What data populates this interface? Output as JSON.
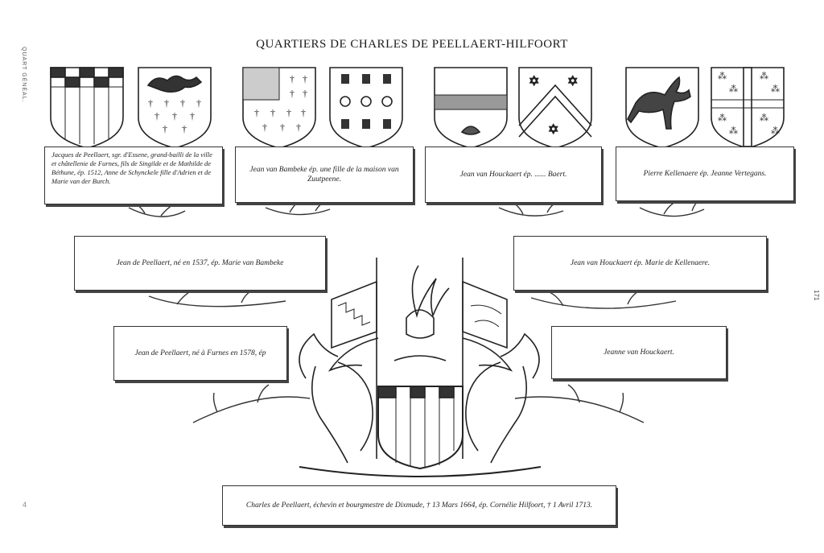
{
  "title": "QUARTIERS DE CHARLES DE PEELLAERT-HILFOORT",
  "side_left": "QUART GÉNÉAL.",
  "side_right": "171",
  "side_mark": "4",
  "gen1": [
    {
      "text": "Jacques de Peellaert, sgr. d'Essene, grand-bailli de la ville et châtellenie de Furnes, fils de Singilde et de Mathilde de Béthune, ép. 1512, Anne de Schynckele fille d'Adrien et de Marie van der Burch."
    },
    {
      "text": "Jean van Bambeke ép. une fille de la maison van Zuutpeene."
    },
    {
      "text": "Jean van Houckaert ép. ...... Baert."
    },
    {
      "text": "Pierre Kellenaere ép. Jeanne Vertegans."
    }
  ],
  "gen2": [
    {
      "text": "Jean de Peellaert, né en 1537, ép. Marie van Bambeke"
    },
    {
      "text": "Jean van Houckaert ép. Marie de Kellenaere."
    }
  ],
  "gen3": [
    {
      "text": "Jean de Peellaert, né à Furnes en 1578, ép"
    },
    {
      "text": "Jeanne van Houckaert."
    }
  ],
  "bottom": {
    "text": "Charles de Peellaert, échevin et bourgmestre de Dixmude, † 13 Mars 1664, ép. Cornélie Hilfoort, † 1 Avril 1713."
  }
}
